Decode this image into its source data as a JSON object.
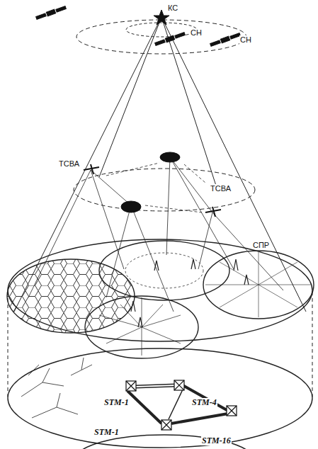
{
  "diagram": {
    "labels": [
      "КС",
      "СН",
      "СН",
      "ТСВА",
      "ТСВА",
      "СПР",
      "STM-1",
      "STM-4",
      "STM-1",
      "STM-16"
    ]
  }
}
